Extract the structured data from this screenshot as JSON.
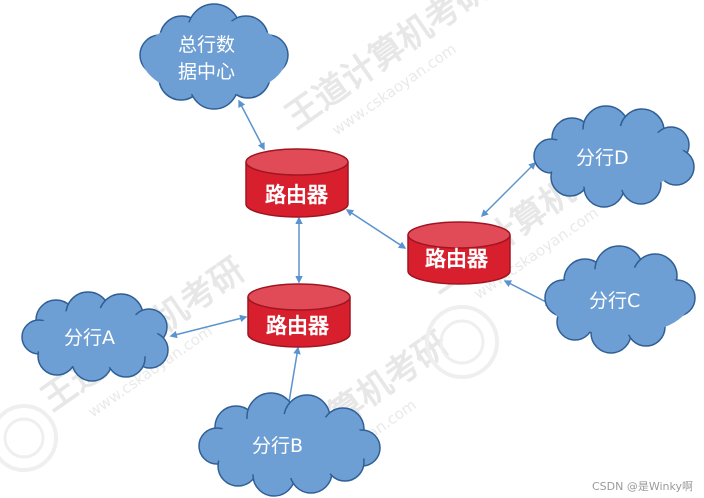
{
  "diagram": {
    "watermark": {
      "brand_text": "王道计算机考研",
      "url_text": "www.cskaoyan.com"
    },
    "nodes": {
      "cloud_datacenter": {
        "line1": "总行数",
        "line2": "据中心"
      },
      "cloud_a": {
        "label": "分行A"
      },
      "cloud_b": {
        "label": "分行B"
      },
      "cloud_c": {
        "label": "分行C"
      },
      "cloud_d": {
        "label": "分行D"
      },
      "router_top": {
        "label": "路由器"
      },
      "router_bottom": {
        "label": "路由器"
      },
      "router_right": {
        "label": "路由器"
      }
    },
    "edges": [
      {
        "from": "cloud_datacenter",
        "to": "router_top"
      },
      {
        "from": "router_top",
        "to": "router_bottom"
      },
      {
        "from": "router_top",
        "to": "router_right"
      },
      {
        "from": "router_bottom",
        "to": "cloud_a"
      },
      {
        "from": "router_bottom",
        "to": "cloud_b"
      },
      {
        "from": "router_right",
        "to": "cloud_d"
      },
      {
        "from": "router_right",
        "to": "cloud_c"
      }
    ],
    "colors": {
      "cloud_fill": "#6e9fd4",
      "cloud_stroke": "#2f5f95",
      "router_top": "#e04b57",
      "router_body": "#d81f2d",
      "router_stroke": "#9f1521",
      "edge": "#5b93d1"
    }
  },
  "footer": {
    "credit": "CSDN @是Winky啊"
  }
}
